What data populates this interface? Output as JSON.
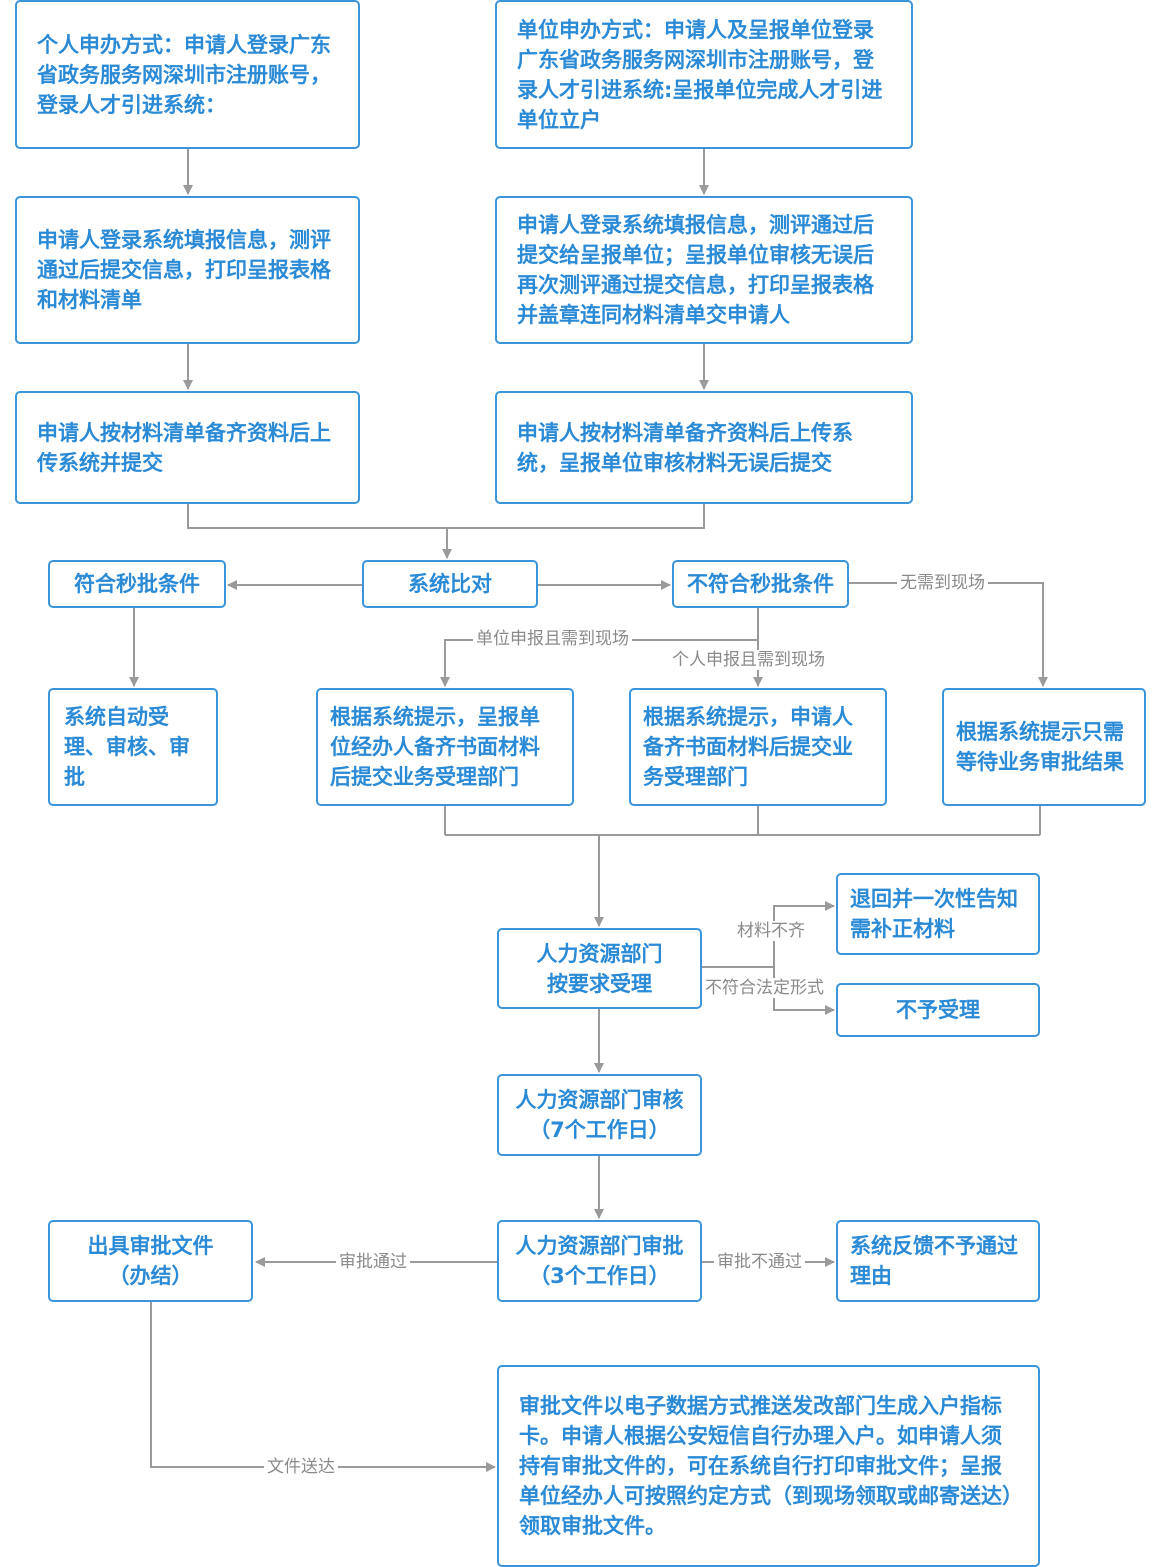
{
  "nodes": {
    "personal_start": "个人申办方式：申请人登录广东省政务服务网深圳市注册账号，登录人才引进系统：",
    "unit_start": "单位申办方式：申请人及呈报单位登录广东省政务服务网深圳市注册账号，登录人才引进系统:呈报单位完成人才引进单位立户",
    "personal_fill": "申请人登录系统填报信息，测评通过后提交信息，打印呈报表格和材料清单",
    "unit_fill": "申请人登录系统填报信息，测评通过后提交给呈报单位；呈报单位审核无误后再次测评通过提交信息，打印呈报表格并盖章连同材料清单交申请人",
    "personal_upload": "申请人按材料清单备齐资料后上传系统并提交",
    "unit_upload": "申请人按材料清单备齐资料后上传系统，呈报单位审核材料无误后提交",
    "system_compare": "系统比对",
    "meet_condition": "符合秒批条件",
    "not_meet_condition": "不符合秒批条件",
    "auto_accept": "系统自动受理、审核、审批",
    "unit_onsite": "根据系统提示，呈报单位经办人备齐书面材料后提交业务受理部门",
    "personal_onsite": "根据系统提示，申请人备齐书面材料后提交业务受理部门",
    "wait_result": "根据系统提示只需等待业务审批结果",
    "hr_accept": "人力资源部门\n按要求受理",
    "return_notify": "退回并一次性告知需补正材料",
    "not_accept": "不予受理",
    "hr_review": "人力资源部门审核\n（7个工作日）",
    "hr_approve": "人力资源部门审批\n（3个工作日）",
    "issue_doc": "出具审批文件\n（办结）",
    "feedback_reject": "系统反馈不予通过理由",
    "final_note": "审批文件以电子数据方式推送发改部门生成入户指标卡。申请人根据公安短信自行办理入户。如申请人须持有审批文件的，可在系统自行打印审批文件；呈报单位经办人可按照约定方式（到现场领取或邮寄送达）领取审批文件。"
  },
  "edges": {
    "no_onsite": "无需到现场",
    "unit_onsite": "单位申报且需到现场",
    "personal_onsite": "个人申报且需到现场",
    "missing_materials": "材料不齐",
    "invalid_form": "不符合法定形式",
    "approved": "审批通过",
    "rejected": "审批不通过",
    "doc_delivery": "文件送达"
  },
  "colors": {
    "box_border": "#3a95db",
    "box_text": "#2a8ad6",
    "line": "#9a9a9a"
  }
}
